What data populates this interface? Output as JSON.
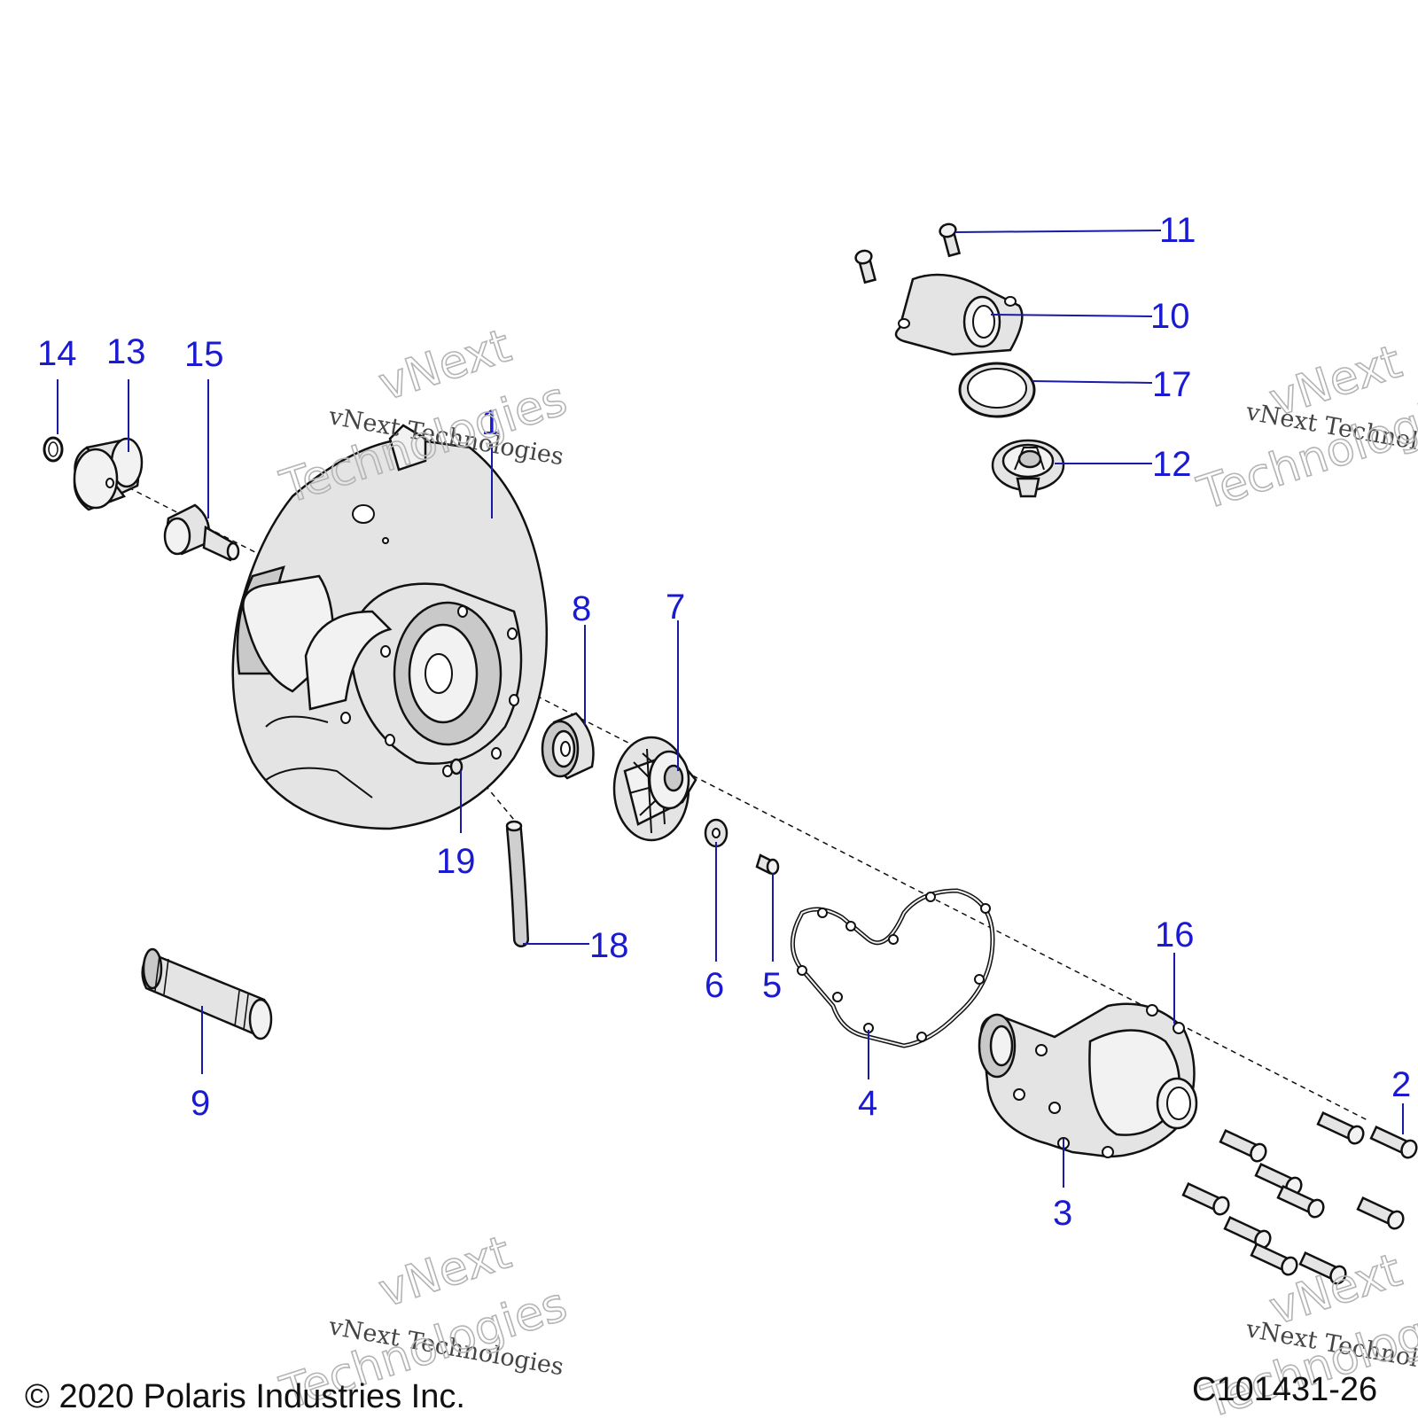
{
  "diagram": {
    "callouts": [
      {
        "id": "1",
        "label": "1"
      },
      {
        "id": "2",
        "label": "2"
      },
      {
        "id": "3",
        "label": "3"
      },
      {
        "id": "4",
        "label": "4"
      },
      {
        "id": "5",
        "label": "5"
      },
      {
        "id": "6",
        "label": "6"
      },
      {
        "id": "7",
        "label": "7"
      },
      {
        "id": "8",
        "label": "8"
      },
      {
        "id": "9",
        "label": "9"
      },
      {
        "id": "10",
        "label": "10"
      },
      {
        "id": "11",
        "label": "11"
      },
      {
        "id": "12",
        "label": "12"
      },
      {
        "id": "13",
        "label": "13"
      },
      {
        "id": "14",
        "label": "14"
      },
      {
        "id": "15",
        "label": "15"
      },
      {
        "id": "16",
        "label": "16"
      },
      {
        "id": "17",
        "label": "17"
      },
      {
        "id": "18",
        "label": "18"
      },
      {
        "id": "19",
        "label": "19"
      }
    ]
  },
  "watermark": {
    "line1": "vNext Technologies",
    "line2a": "vNext",
    "line2b": "Technologies"
  },
  "footer": {
    "copyright": "© 2020 Polaris Industries Inc.",
    "drawing_id": "C101431-26"
  },
  "colors": {
    "callout": "#1a1ad0",
    "line": "#111111"
  }
}
